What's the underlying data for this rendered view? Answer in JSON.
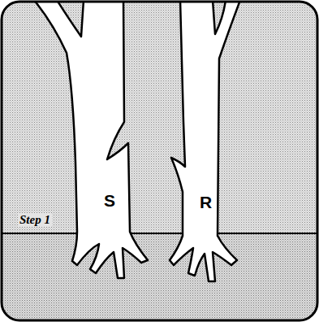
{
  "diagram": {
    "labels": [
      "Step 1",
      "S",
      "R"
    ]
  }
}
